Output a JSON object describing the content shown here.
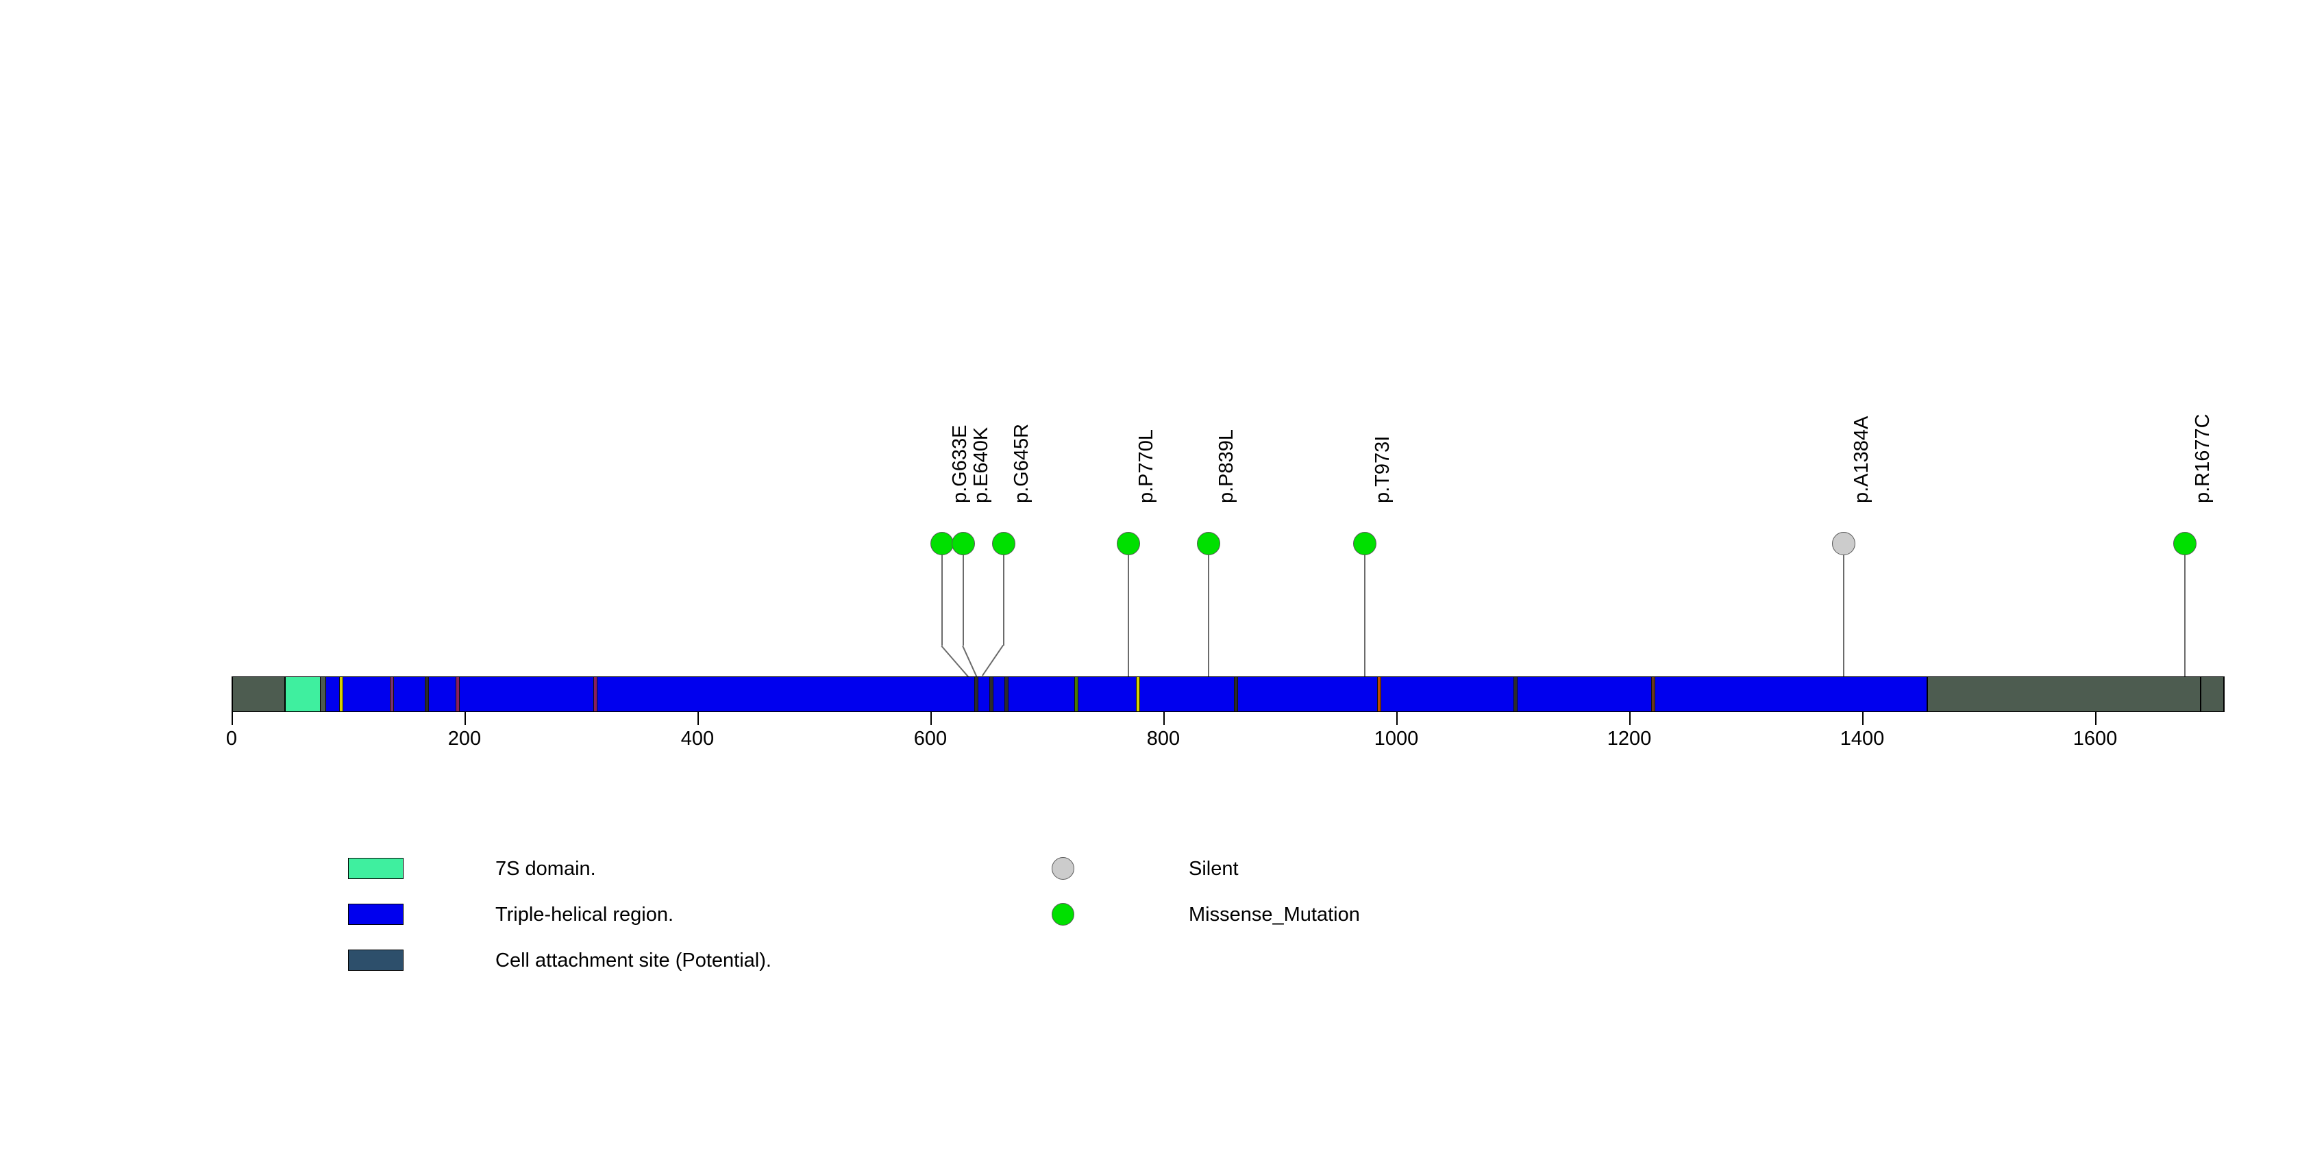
{
  "chart_data": {
    "type": "lollipop",
    "title": "",
    "xlabel": "",
    "ylabel": "",
    "xlim": [
      0,
      1710
    ],
    "axis": {
      "ticks": [
        0,
        200,
        400,
        600,
        800,
        1000,
        1200,
        1400,
        1600
      ],
      "tick_labels": [
        "0",
        "200",
        "400",
        "600",
        "800",
        "1000",
        "1200",
        "1400",
        "1600"
      ]
    },
    "protein": {
      "length": 1710,
      "backbone_color": "#4d5c50"
    },
    "domains": [
      {
        "name": "Cell attachment site (Potential).",
        "start": 0,
        "end": 45,
        "color": "#4d5c50",
        "kind": "block"
      },
      {
        "name": "7S domain.",
        "start": 45,
        "end": 76,
        "color": "#3fef9f",
        "kind": "block"
      },
      {
        "name": "Triple-helical region.",
        "start": 80,
        "end": 1455,
        "color": "#0000ee",
        "kind": "block"
      },
      {
        "name": "Cell attachment site (Potential).",
        "start": 1455,
        "end": 1690,
        "color": "#4d5c50",
        "kind": "block"
      },
      {
        "name": "Cell attachment site (Potential).",
        "start": 1690,
        "end": 1710,
        "color": "#4d5c50",
        "kind": "block"
      }
    ],
    "site_markers": [
      {
        "position": 92,
        "color": "#d4d000"
      },
      {
        "position": 135,
        "color": "#7a3070"
      },
      {
        "position": 165,
        "color": "#2b2b2b"
      },
      {
        "position": 192,
        "color": "#8a1f5e"
      },
      {
        "position": 310,
        "color": "#8a1f5e"
      },
      {
        "position": 637,
        "color": "#2b2b2b"
      },
      {
        "position": 650,
        "color": "#2b2b2b"
      },
      {
        "position": 663,
        "color": "#2b2b2b"
      },
      {
        "position": 723,
        "color": "#4a7a00"
      },
      {
        "position": 776,
        "color": "#d4d000"
      },
      {
        "position": 860,
        "color": "#2b2b2b"
      },
      {
        "position": 983,
        "color": "#c04a00"
      },
      {
        "position": 1100,
        "color": "#2b2b2b"
      },
      {
        "position": 1218,
        "color": "#6b3a1a"
      }
    ],
    "mutations": [
      {
        "label": "p.G633E",
        "position": 633,
        "type": "Missense_Mutation",
        "color": "#00e000",
        "stem_from": 610
      },
      {
        "label": "p.E640K",
        "position": 640,
        "type": "Missense_Mutation",
        "color": "#00e000",
        "stem_from": 628
      },
      {
        "label": "p.G645R",
        "position": 645,
        "type": "Missense_Mutation",
        "color": "#00e000",
        "stem_from": 663
      },
      {
        "label": "p.P770L",
        "position": 770,
        "type": "Missense_Mutation",
        "color": "#00e000",
        "stem_from": 770
      },
      {
        "label": "p.P839L",
        "position": 839,
        "type": "Missense_Mutation",
        "color": "#00e000",
        "stem_from": 839
      },
      {
        "label": "p.T973I",
        "position": 973,
        "type": "Missense_Mutation",
        "color": "#00e000",
        "stem_from": 973
      },
      {
        "label": "p.A1384A",
        "position": 1384,
        "type": "Silent",
        "color": "#cccccc",
        "stem_from": 1384
      },
      {
        "label": "p.R1677C",
        "position": 1677,
        "type": "Missense_Mutation",
        "color": "#00e000",
        "stem_from": 1677
      }
    ]
  },
  "legend_domains": {
    "title": "",
    "items": [
      {
        "label": "7S domain.",
        "color": "#3fef9f"
      },
      {
        "label": "Triple-helical region.",
        "color": "#0000ee"
      },
      {
        "label": "Cell attachment site (Potential).",
        "color": "#2d4f6b"
      }
    ]
  },
  "legend_variants": {
    "title": "",
    "items": [
      {
        "label": "Silent",
        "color": "#cccccc"
      },
      {
        "label": "Missense_Mutation",
        "color": "#00e000"
      }
    ]
  }
}
